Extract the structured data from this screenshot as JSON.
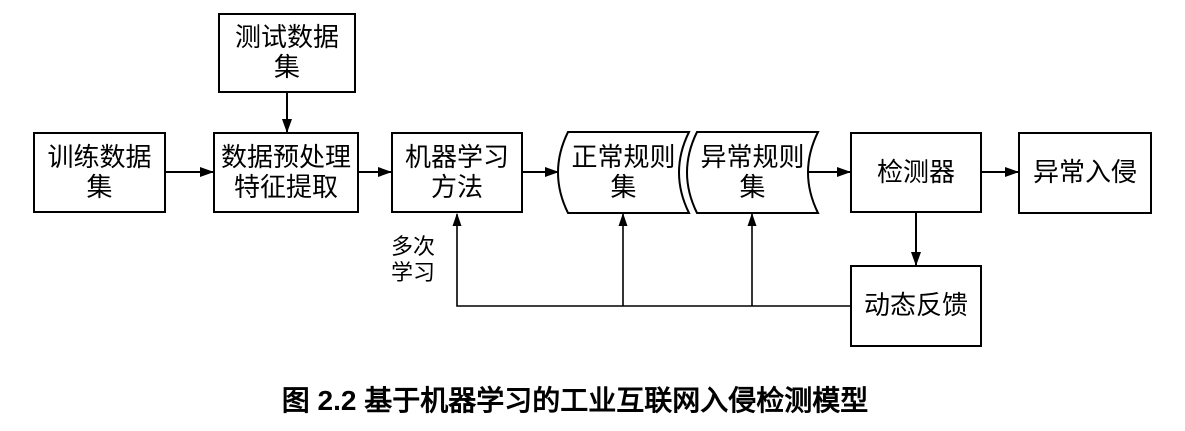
{
  "caption": "图 2.2 基于机器学习的工业互联网入侵检测模型",
  "colors": {
    "stroke": "#000000",
    "background": "#ffffff"
  },
  "nodes": {
    "test_dataset": {
      "lines": [
        "测试数据",
        "集"
      ]
    },
    "train_dataset": {
      "lines": [
        "训练数据",
        "集"
      ]
    },
    "preprocess": {
      "lines": [
        "数据预处理",
        "特征提取"
      ]
    },
    "ml_method": {
      "lines": [
        "机器学习",
        "方法"
      ]
    },
    "normal_rules": {
      "lines": [
        "正常规则",
        "集"
      ],
      "shape": "stored-data"
    },
    "abnormal_rules": {
      "lines": [
        "异常规则",
        "集"
      ],
      "shape": "stored-data"
    },
    "detector": {
      "lines": [
        "检测器"
      ]
    },
    "intrusion": {
      "lines": [
        "异常入侵"
      ]
    },
    "dynamic_feedback": {
      "lines": [
        "动态反馈"
      ]
    }
  },
  "annotations": {
    "multi_learning": {
      "lines": [
        "多次",
        "学习"
      ]
    }
  },
  "edges": [
    {
      "from": "test_dataset",
      "to": "preprocess"
    },
    {
      "from": "train_dataset",
      "to": "preprocess"
    },
    {
      "from": "preprocess",
      "to": "ml_method"
    },
    {
      "from": "ml_method",
      "to": "normal_rules"
    },
    {
      "from": "abnormal_rules",
      "to": "detector"
    },
    {
      "from": "detector",
      "to": "intrusion"
    },
    {
      "from": "detector",
      "to": "dynamic_feedback"
    },
    {
      "from": "dynamic_feedback",
      "to": "ml_method",
      "label": "多次学习"
    },
    {
      "from": "dynamic_feedback",
      "to": "normal_rules"
    },
    {
      "from": "dynamic_feedback",
      "to": "abnormal_rules"
    }
  ]
}
